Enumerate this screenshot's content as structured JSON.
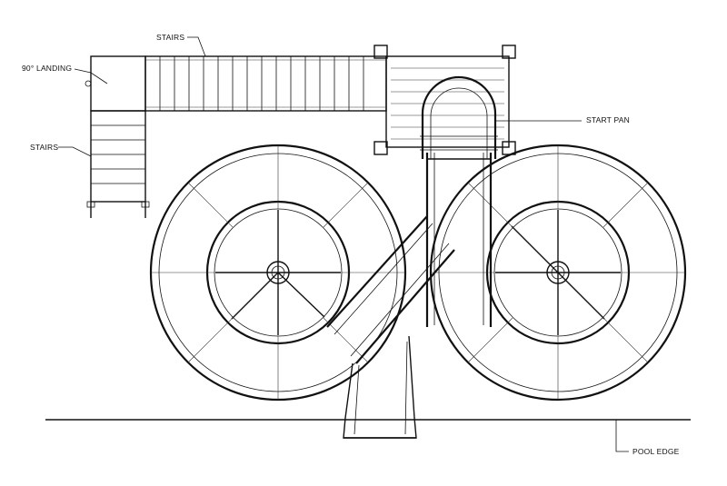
{
  "labels": {
    "stairs_top": "STAIRS",
    "landing": "90° LANDING",
    "stairs_left": "STAIRS",
    "start_pan": "START PAN",
    "pool_edge": "POOL EDGE"
  }
}
